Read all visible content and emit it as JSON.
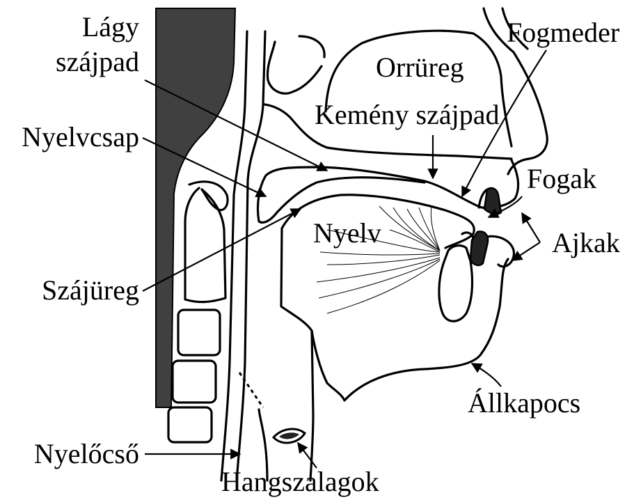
{
  "labels": {
    "lagy_line1": "Lágy",
    "lagy_line2": "szájpad",
    "fogmeder": "Fogmeder",
    "orrureg": "Orrüreg",
    "kemeny_szajpad": "Kemény szájpad",
    "nyelvcsap": "Nyelvcsap",
    "fogak": "Fogak",
    "nyelv": "Nyelv",
    "ajkak": "Ajkak",
    "szajureg": "Szájüreg",
    "allkapocs": "Állkapocs",
    "nyelocso": "Nyelőcső",
    "hangszalagok": "Hangszalagok"
  },
  "colors": {
    "ink": "#000000",
    "spine": "#404040",
    "background": "#ffffff"
  }
}
